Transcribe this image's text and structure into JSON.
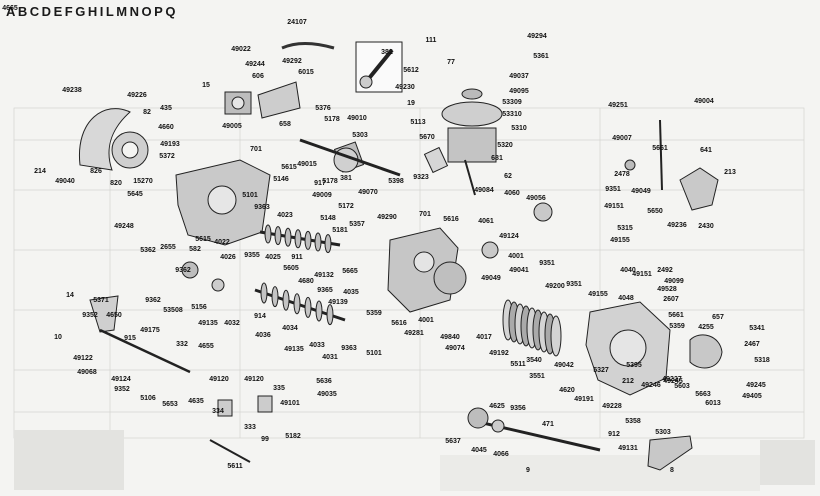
{
  "header_letters": [
    "A",
    "B",
    "C",
    "D",
    "E",
    "F",
    "G",
    "H",
    "I",
    "L",
    "M",
    "N",
    "O",
    "P",
    "Q"
  ],
  "part_labels": [
    "24107",
    "49022",
    "49292",
    "49244",
    "606",
    "6015",
    "15",
    "435",
    "4660",
    "49193",
    "5372",
    "658",
    "49005",
    "82",
    "49226",
    "49238",
    "214",
    "49040",
    "826",
    "820",
    "15270",
    "701",
    "5615",
    "5146",
    "5101",
    "9363",
    "917",
    "49009",
    "4023",
    "5172",
    "5148",
    "5181",
    "5645",
    "49248",
    "5362",
    "2655",
    "582",
    "5615",
    "4022",
    "4026",
    "9355",
    "4025",
    "911",
    "5605",
    "49132",
    "4680",
    "9362",
    "9362",
    "53508",
    "5156",
    "49135",
    "4032",
    "914",
    "4034",
    "4036",
    "49135",
    "4033",
    "9365",
    "4035",
    "49139",
    "4031",
    "9363",
    "5101",
    "5376",
    "5178",
    "49010",
    "5303",
    "49015",
    "381",
    "5178",
    "49070",
    "5398",
    "382",
    "111",
    "77",
    "49294",
    "5361",
    "5612",
    "49037",
    "49230",
    "49095",
    "53309",
    "19",
    "53310",
    "5310",
    "5113",
    "5670",
    "5320",
    "681",
    "9323",
    "62",
    "49084",
    "4060",
    "49056",
    "5357",
    "49290",
    "701",
    "5616",
    "4061",
    "49124",
    "4001",
    "5665",
    "5359",
    "5616",
    "4001",
    "49281",
    "49049",
    "49041",
    "9351",
    "4040",
    "49200",
    "9351",
    "49155",
    "4048",
    "5315",
    "49155",
    "49151",
    "2492",
    "49099",
    "49528",
    "2607",
    "5359",
    "5661",
    "657",
    "4255",
    "5341",
    "2467",
    "5318",
    "49245",
    "5603",
    "5663",
    "6013",
    "49405",
    "49245",
    "49251",
    "49004",
    "49007",
    "5661",
    "641",
    "2478",
    "9351",
    "49049",
    "49151",
    "5650",
    "49236",
    "2430",
    "213",
    "49840",
    "49074",
    "4017",
    "49192",
    "3540",
    "5511",
    "3551",
    "49042",
    "4620",
    "49191",
    "5327",
    "49228",
    "212",
    "49246",
    "49227",
    "5358",
    "5395",
    "14",
    "5371",
    "10",
    "9352",
    "4650",
    "49175",
    "915",
    "49122",
    "49068",
    "49124",
    "332",
    "4655",
    "9352",
    "5106",
    "5653",
    "49120",
    "49120",
    "335",
    "5636",
    "49035",
    "49101",
    "4635",
    "334",
    "333",
    "99",
    "5182",
    "5611",
    "5637",
    "4045",
    "4066",
    "4625",
    "9356",
    "471",
    "912",
    "49131",
    "5303",
    "8",
    "9",
    "4665"
  ]
}
